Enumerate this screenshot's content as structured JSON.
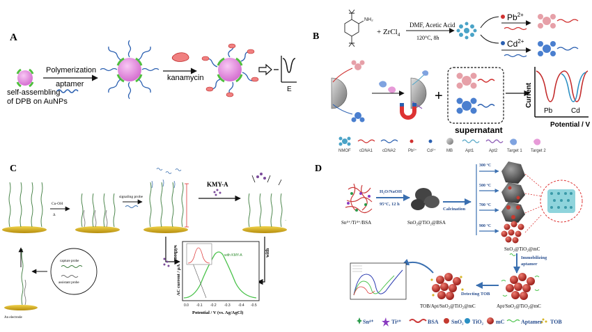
{
  "panels": {
    "a": {
      "letter": "A",
      "step1_top": "Polymerization",
      "step1_bottom": "aptamer",
      "np_label_1": "self-assembling",
      "np_label_2": "of DPB on AuNPs",
      "step2": "kanamycin",
      "axis_label": "E"
    },
    "b": {
      "letter": "B",
      "reagent": "+ ZrCl",
      "reagent_sub": "4",
      "conditions_1": "DMF, Acetic Acid",
      "conditions_2": "120°C, 8h",
      "ion1": "Pb",
      "ion1_sup": "2+",
      "ion2": "Cd",
      "ion2_sup": "2+",
      "supernatant": "supernatant",
      "ylabel": "Current",
      "xlabel": "Potential / V",
      "peak1": "Pb",
      "peak2": "Cd",
      "legend": [
        "NMOF",
        "cDNA1",
        "cDNA2",
        "Pb²⁺",
        "Cd²⁺",
        "MB",
        "Apt1",
        "Apt2",
        "Target 1",
        "Target 2"
      ]
    },
    "c": {
      "letter": "C",
      "step1": "Cu-OH",
      "step1b": "Δ",
      "step2": "signaling probe",
      "step3": "KMY-A",
      "without": "without",
      "with": "with",
      "capture": "capture probe",
      "assistant": "assistant probe",
      "electrode": "An electrode",
      "ylabel": "AC current / μA",
      "xlabel": "Potential / V (vs. Ag/AgCl)",
      "xticks": [
        "0.0",
        "-0.1",
        "-0.2",
        "-0.3",
        "-0.4",
        "-0.5"
      ],
      "curve_label": "with KMY-A"
    },
    "d": {
      "letter": "D",
      "precursor": "Sn⁴⁺/Ti⁴⁺/BSA",
      "cond_1": "H₂O/NaOH",
      "cond_2": "95°C, 12 h",
      "intermediate": "SnO₂@TiO₂@BSA",
      "calcination": "Calcination",
      "temps": [
        "300 °C",
        "500 °C",
        "700 °C",
        "900 °C"
      ],
      "product": "SnO₂@TiO₂@mC",
      "immobilizing_1": "Immobilizing",
      "immobilizing_2": "aptamer",
      "apt_product": "Apt/SnO₂@TiO₂@mC",
      "detecting": "Detecting TOB",
      "tob_product": "TOB/Apt/SnO₂@TiO₂@mC",
      "legend": [
        "Sn⁴⁺",
        "Ti⁴⁺",
        "BSA",
        "SnO₂",
        "TiO₂",
        "mC",
        "Aptamer",
        "TOB"
      ]
    }
  },
  "colors": {
    "gold": "#d9b21a",
    "au_np": "#e58fe0",
    "blue_arrow": "#3a6fb0",
    "red_strand": "#d0302f",
    "blue_strand": "#2a5fb0",
    "green_curve": "#49c24a",
    "teal": "#5aa9c8"
  }
}
